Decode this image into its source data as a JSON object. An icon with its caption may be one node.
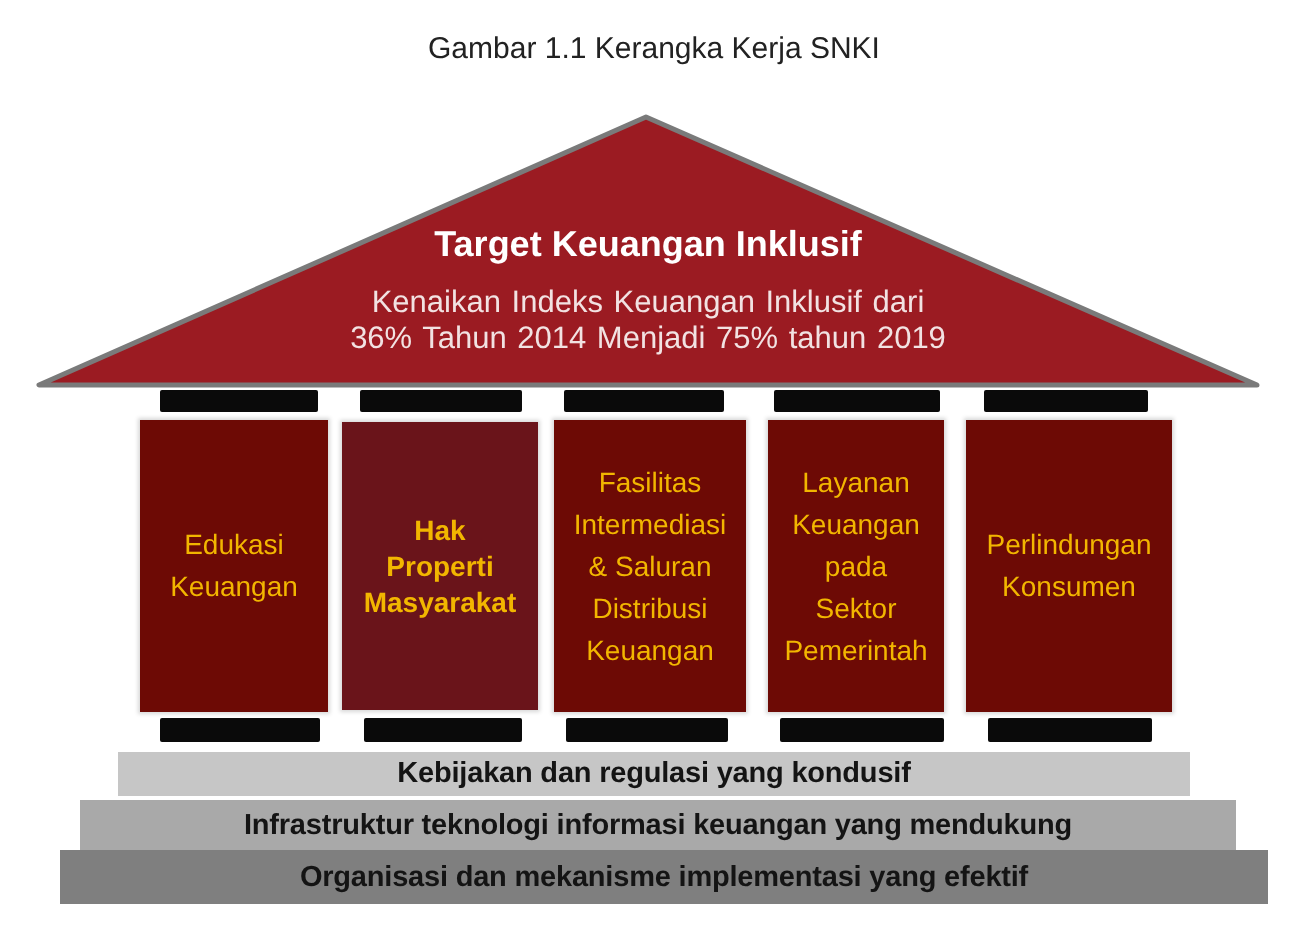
{
  "diagram": {
    "title": "Gambar 1.1 Kerangka Kerja SNKI",
    "nodes": [
      {
        "text": [
          "Target Keuangan Inklusif",
          "Kenaikan Indeks Keuangan Inklusif dari 36% Tahun 2014 Menjadi 75% tahun 2019"
        ]
      },
      {
        "text": [
          "Edukasi Keuangan"
        ]
      },
      {
        "text": [
          "Hak Properti Masyarakat"
        ]
      },
      {
        "text": [
          "Fasilitas Intermediasi & Saluran Distribusi Keuangan"
        ]
      },
      {
        "text": [
          "Layanan Keuangan pada Sektor Pemerintah"
        ]
      },
      {
        "text": [
          "Perlindungan Konsumen"
        ]
      },
      {
        "text": [
          "Kebijakan dan regulasi yang kondusif"
        ]
      },
      {
        "text": [
          "Infrastruktur teknologi informasi keuangan yang mendukung"
        ]
      },
      {
        "text": [
          "Organisasi dan mekanisme implementasi yang efektif"
        ]
      }
    ]
  }
}
